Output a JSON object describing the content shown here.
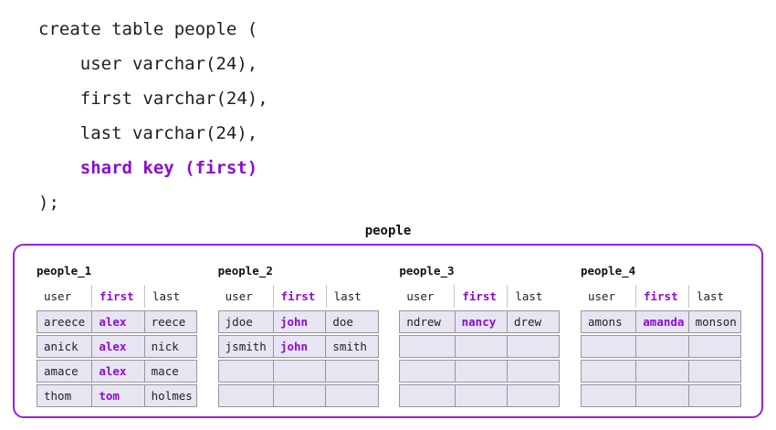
{
  "code": {
    "lines": [
      {
        "text": "create table people (",
        "indent": 0,
        "highlight": false
      },
      {
        "text": "user varchar(24),",
        "indent": 1,
        "highlight": false
      },
      {
        "text": "first varchar(24),",
        "indent": 1,
        "highlight": false
      },
      {
        "text": "last varchar(24),",
        "indent": 1,
        "highlight": false
      },
      {
        "text": "shard key (first)",
        "indent": 1,
        "highlight": true
      },
      {
        "text": ");",
        "indent": 0,
        "highlight": false
      }
    ]
  },
  "diagram": {
    "title": "people",
    "columns": [
      "user",
      "first",
      "last"
    ],
    "shard_column": "first",
    "shards": [
      {
        "name": "people_1",
        "rows": [
          [
            "areece",
            "alex",
            "reece"
          ],
          [
            "anick",
            "alex",
            "nick"
          ],
          [
            "amace",
            "alex",
            "mace"
          ],
          [
            "thom",
            "tom",
            "holmes"
          ]
        ]
      },
      {
        "name": "people_2",
        "rows": [
          [
            "jdoe",
            "john",
            "doe"
          ],
          [
            "jsmith",
            "john",
            "smith"
          ],
          [
            "",
            "",
            ""
          ],
          [
            "",
            "",
            ""
          ]
        ]
      },
      {
        "name": "people_3",
        "rows": [
          [
            "ndrew",
            "nancy",
            "drew"
          ],
          [
            "",
            "",
            ""
          ],
          [
            "",
            "",
            ""
          ],
          [
            "",
            "",
            ""
          ]
        ]
      },
      {
        "name": "people_4",
        "rows": [
          [
            "amons",
            "amanda",
            "monson"
          ],
          [
            "",
            "",
            ""
          ],
          [
            "",
            "",
            ""
          ],
          [
            "",
            "",
            ""
          ]
        ]
      }
    ]
  },
  "colors": {
    "accent_purple": "#8B0BD8",
    "box_border_purple": "#9C1FDB",
    "cell_background": "#E7E5F2",
    "cell_border": "#96959E",
    "header_divider": "#C5C4CC",
    "text_dark": "#1F1F1F"
  }
}
